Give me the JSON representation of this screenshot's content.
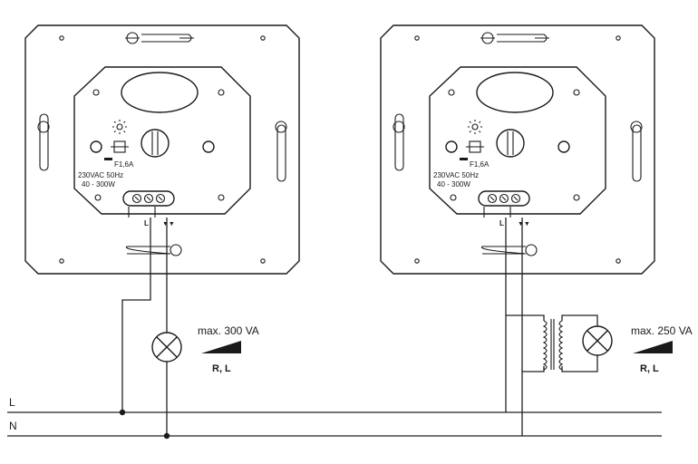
{
  "dimmer_left": {
    "rating_voltage": "230VAC 50Hz",
    "rating_power": "40 - 300W",
    "fuse_label": "F1,6A",
    "terminal_label": "L",
    "terminal_arrows": "▼▼"
  },
  "dimmer_right": {
    "rating_voltage": "230VAC 50Hz",
    "rating_power": "40 - 300W",
    "fuse_label": "F1,6A",
    "terminal_label": "L",
    "terminal_arrows": "▼▼"
  },
  "load_left": {
    "max_label": "max. 300 VA",
    "load_type": "R, L"
  },
  "load_right": {
    "max_label": "max. 250 VA",
    "load_type": "R, L"
  },
  "rails": {
    "line_label": "L",
    "neutral_label": "N"
  }
}
